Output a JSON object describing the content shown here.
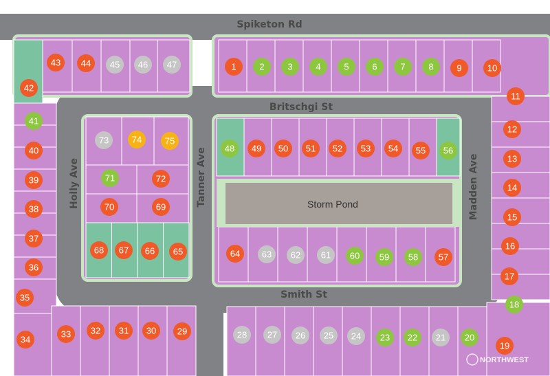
{
  "colors": {
    "road": "#808285",
    "road_edge": "#c9e6c3",
    "lot_fill": "#c88bcf",
    "lot_stroke": "#ffffff",
    "green_lot": "#7bc3a0",
    "pond": "#a79f9a",
    "pond_edge": "#c9e6c3",
    "status": {
      "sold": "#ef5a28",
      "available": "#8dc63f",
      "pending": "#f7b315",
      "other": "#c5c5c5"
    }
  },
  "streets": {
    "spiketon": "Spiketon Rd",
    "britschgi": "Britschgi St",
    "smith": "Smith St",
    "holly": "Holly Ave",
    "tanner": "Tanner Ave",
    "madden": "Madden Ave"
  },
  "pond": {
    "label": "Storm Pond"
  },
  "watermark": {
    "text": "NORTHWEST"
  },
  "lots": [
    {
      "n": "1",
      "s": "sold"
    },
    {
      "n": "2",
      "s": "available"
    },
    {
      "n": "3",
      "s": "available"
    },
    {
      "n": "4",
      "s": "available"
    },
    {
      "n": "5",
      "s": "available"
    },
    {
      "n": "6",
      "s": "available"
    },
    {
      "n": "7",
      "s": "available"
    },
    {
      "n": "8",
      "s": "available"
    },
    {
      "n": "9",
      "s": "sold"
    },
    {
      "n": "10",
      "s": "sold"
    },
    {
      "n": "11",
      "s": "sold"
    },
    {
      "n": "12",
      "s": "sold"
    },
    {
      "n": "13",
      "s": "sold"
    },
    {
      "n": "14",
      "s": "sold"
    },
    {
      "n": "15",
      "s": "sold"
    },
    {
      "n": "16",
      "s": "sold"
    },
    {
      "n": "17",
      "s": "sold"
    },
    {
      "n": "18",
      "s": "available"
    },
    {
      "n": "19",
      "s": "sold"
    },
    {
      "n": "20",
      "s": "available"
    },
    {
      "n": "21",
      "s": "other"
    },
    {
      "n": "22",
      "s": "available"
    },
    {
      "n": "23",
      "s": "available"
    },
    {
      "n": "24",
      "s": "other"
    },
    {
      "n": "25",
      "s": "other"
    },
    {
      "n": "26",
      "s": "other"
    },
    {
      "n": "27",
      "s": "other"
    },
    {
      "n": "28",
      "s": "other"
    },
    {
      "n": "29",
      "s": "sold"
    },
    {
      "n": "30",
      "s": "sold"
    },
    {
      "n": "31",
      "s": "sold"
    },
    {
      "n": "32",
      "s": "sold"
    },
    {
      "n": "33",
      "s": "sold"
    },
    {
      "n": "34",
      "s": "sold"
    },
    {
      "n": "35",
      "s": "sold"
    },
    {
      "n": "36",
      "s": "sold"
    },
    {
      "n": "37",
      "s": "sold"
    },
    {
      "n": "38",
      "s": "sold"
    },
    {
      "n": "39",
      "s": "sold"
    },
    {
      "n": "40",
      "s": "sold"
    },
    {
      "n": "41",
      "s": "available"
    },
    {
      "n": "42",
      "s": "sold"
    },
    {
      "n": "43",
      "s": "sold"
    },
    {
      "n": "44",
      "s": "sold"
    },
    {
      "n": "45",
      "s": "other"
    },
    {
      "n": "46",
      "s": "other"
    },
    {
      "n": "47",
      "s": "other"
    },
    {
      "n": "48",
      "s": "available"
    },
    {
      "n": "49",
      "s": "sold"
    },
    {
      "n": "50",
      "s": "sold"
    },
    {
      "n": "51",
      "s": "sold"
    },
    {
      "n": "52",
      "s": "sold"
    },
    {
      "n": "53",
      "s": "sold"
    },
    {
      "n": "54",
      "s": "sold"
    },
    {
      "n": "55",
      "s": "sold"
    },
    {
      "n": "56",
      "s": "available"
    },
    {
      "n": "57",
      "s": "sold"
    },
    {
      "n": "58",
      "s": "available"
    },
    {
      "n": "59",
      "s": "available"
    },
    {
      "n": "60",
      "s": "available"
    },
    {
      "n": "61",
      "s": "other"
    },
    {
      "n": "62",
      "s": "other"
    },
    {
      "n": "63",
      "s": "other"
    },
    {
      "n": "64",
      "s": "sold"
    },
    {
      "n": "65",
      "s": "sold"
    },
    {
      "n": "66",
      "s": "sold"
    },
    {
      "n": "67",
      "s": "sold"
    },
    {
      "n": "68",
      "s": "sold"
    },
    {
      "n": "69",
      "s": "sold"
    },
    {
      "n": "70",
      "s": "sold"
    },
    {
      "n": "71",
      "s": "available"
    },
    {
      "n": "72",
      "s": "sold"
    },
    {
      "n": "73",
      "s": "other"
    },
    {
      "n": "74",
      "s": "pending"
    },
    {
      "n": "75",
      "s": "pending"
    }
  ]
}
